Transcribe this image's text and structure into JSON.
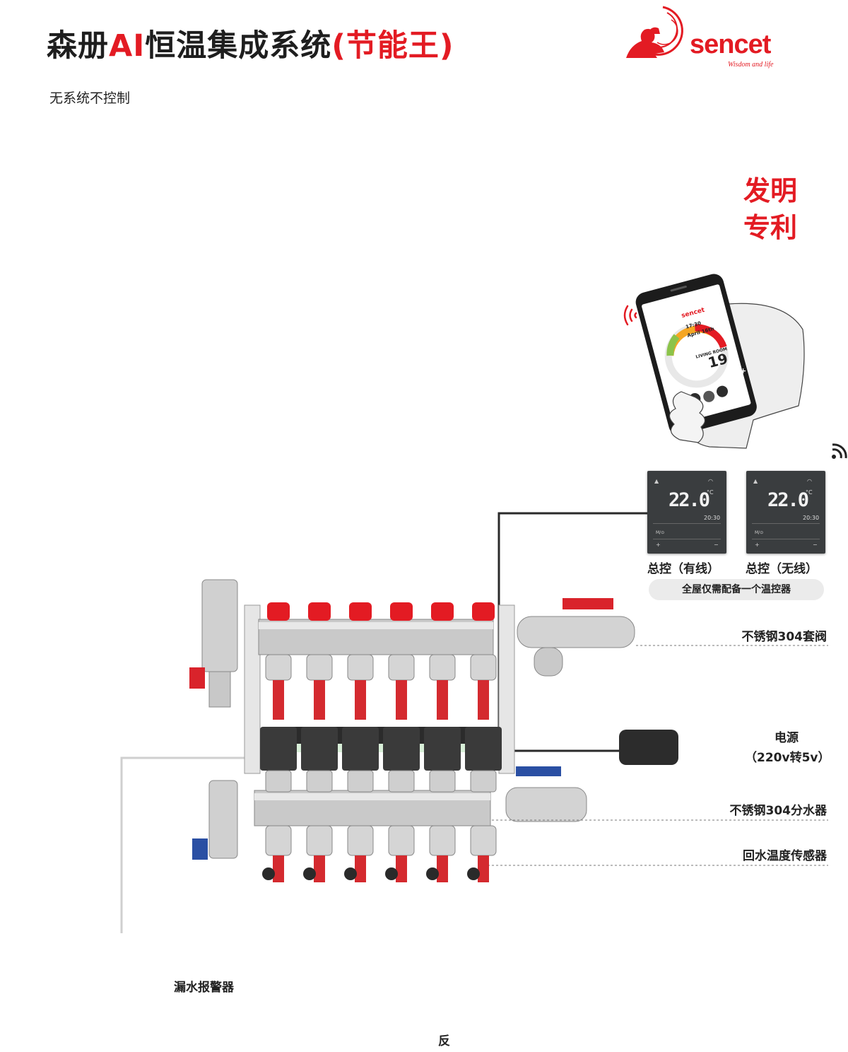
{
  "header": {
    "title_part1": "森册",
    "title_part2": "AI",
    "title_part3": "恒温集成系统",
    "title_part4": "(节能王)",
    "subtitle": "无系统不控制"
  },
  "logo": {
    "wordmark": "sencet",
    "tagline": "Wisdom and life",
    "icon": "sencet-mascot-logo"
  },
  "patent_badge": {
    "line1": "发明",
    "line2": "专利"
  },
  "phone_app": {
    "brand": "sencet",
    "time": "17:30",
    "date": "April 16th",
    "room": "LIVING ROOM",
    "temperature": "19",
    "minus": "−",
    "plus": "+"
  },
  "thermostats": [
    {
      "temp": "22.0",
      "unit": "°C",
      "time": "20:30",
      "mode": "M/⊙",
      "label": "总控（有线）"
    },
    {
      "temp": "22.0",
      "unit": "°C",
      "time": "20:30",
      "mode": "M/⊙",
      "label": "总控（无线）"
    }
  ],
  "thermostat_note": "全屋仅需配备一个温控器",
  "callouts": {
    "valve": "不锈钢304套阀",
    "power_line1": "电源",
    "power_line2": "（220v转5v）",
    "manifold": "不锈钢304分水器",
    "sensor": "回水温度传感器",
    "leak": "漏水报警器"
  },
  "footer": "反",
  "colors": {
    "brand_red": "#e31b23",
    "text_dark": "#222222",
    "thermostat_body": "#3a3d3f"
  },
  "icons": [
    "wifi-icon",
    "signal-waves-icon",
    "power-adapter-icon",
    "leak-detector-icon"
  ]
}
